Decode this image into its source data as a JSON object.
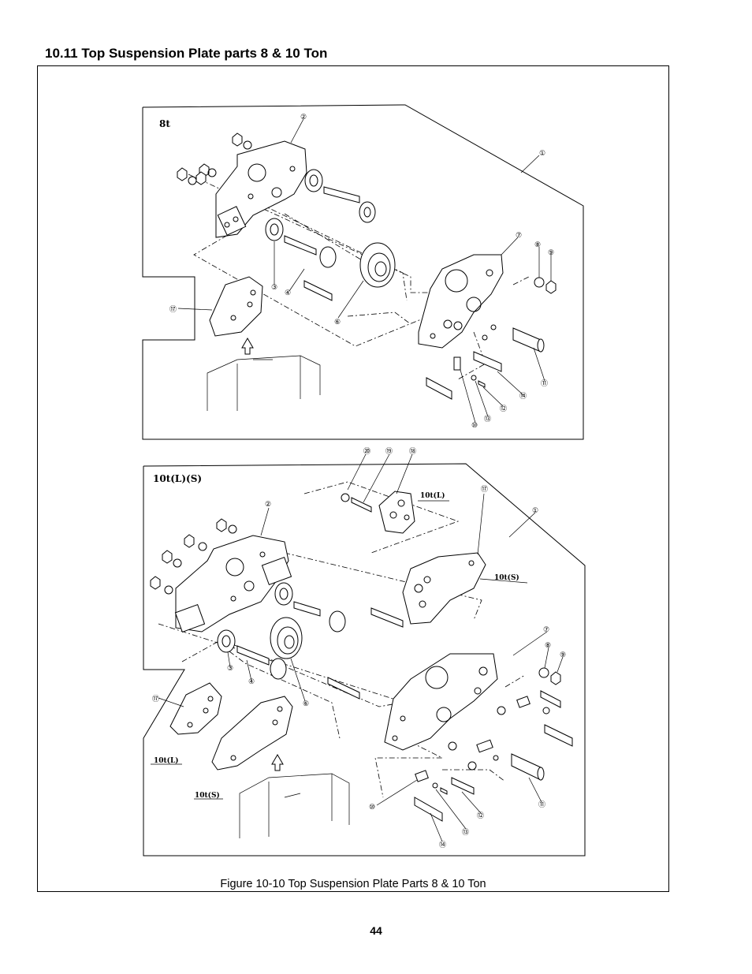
{
  "page": {
    "title": "10.11 Top Suspension Plate parts 8 & 10 Ton",
    "caption": "Figure 10-10 Top Suspension Plate Parts 8 & 10 Ton",
    "page_number": "44"
  },
  "diagram_8t": {
    "label": "8t",
    "callouts": [
      "①",
      "②",
      "③",
      "④",
      "⑥",
      "⑦",
      "⑧",
      "⑨",
      "⑩",
      "⑪",
      "⑫",
      "⑬",
      "⑭",
      "⑰"
    ]
  },
  "diagram_10t": {
    "label": "10t(L)(S)",
    "variant_10tL": "10t(L)",
    "variant_10tS": "10t(S)",
    "callouts": [
      "①",
      "②",
      "③",
      "④",
      "⑥",
      "⑦",
      "⑧",
      "⑨",
      "⑩",
      "⑪",
      "⑫",
      "⑬",
      "⑭",
      "⑰",
      "⑱",
      "⑲",
      "⑳"
    ]
  }
}
